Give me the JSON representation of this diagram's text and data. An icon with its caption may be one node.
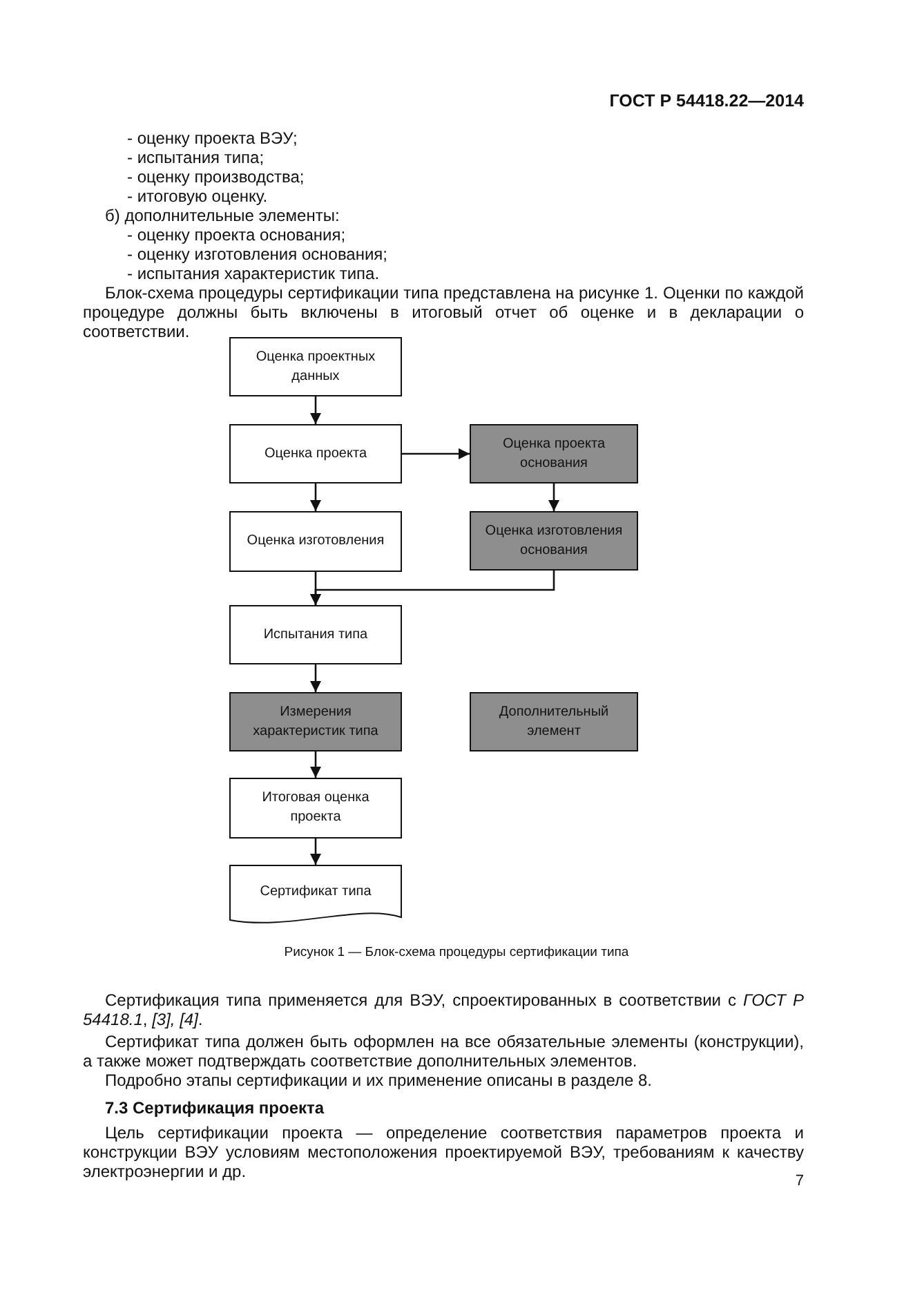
{
  "diagram": {
    "caption": "Рисунок 1 — Блок-схема процедуры сертификации типа",
    "nodes": [
      {
        "text": [
          "Оценка проектных данных"
        ]
      },
      {
        "text": [
          "Оценка проекта"
        ]
      },
      {
        "text": [
          "Оценка проекта основания"
        ]
      },
      {
        "text": [
          "Оценка изготовления"
        ]
      },
      {
        "text": [
          "Оценка изготовления основания"
        ]
      },
      {
        "text": [
          "Испытания типа"
        ]
      },
      {
        "text": [
          "Измерения характеристик типа"
        ]
      },
      {
        "text": [
          "Дополнительный элемент"
        ]
      },
      {
        "text": [
          "Итоговая оценка проекта"
        ]
      },
      {
        "text": [
          "Сертификат типа"
        ]
      }
    ],
    "edges": [
      {
        "from": 0,
        "to": 1,
        "arrow": "to"
      },
      {
        "from": 1,
        "to": 2,
        "arrow": "to"
      },
      {
        "from": 1,
        "to": 3,
        "arrow": "to"
      },
      {
        "from": 2,
        "to": 4,
        "arrow": "to"
      },
      {
        "from": 3,
        "to": 5,
        "arrow": "to"
      },
      {
        "from": 4,
        "to": 5,
        "arrow": "to"
      },
      {
        "from": 5,
        "to": 6,
        "arrow": "to"
      },
      {
        "from": 6,
        "to": 8,
        "arrow": "to"
      },
      {
        "from": 8,
        "to": 9,
        "arrow": "to"
      }
    ],
    "labels": [
      "ГОСТ Р 54418.22—2014",
      "- оценку проекта ВЭУ;",
      "- испытания типа;",
      "- оценку производства;",
      "- итоговую оценку.",
      "б) дополнительные элементы:",
      "- оценку проекта основания;",
      "- оценку изготовления основания;",
      "- испытания характеристик типа.",
      "Блок-схема процедуры сертификации типа представлена на рисунке 1. Оценки по каждой процедуре должны быть включены в итоговый отчет об оценке и в декларации о соответствии.",
      "Сертификация типа применяется для ВЭУ, спроектированных в соответствии с *ГОСТ Р 54418.1*, *[3], [4]*.",
      "Сертификат типа должен быть оформлен на все обязательные элементы (конструкции), а также может подтверждать соответствие дополнительных элементов.",
      "Подробно этапы сертификации и их применение описаны в разделе 8.",
      "7.3 Сертификация проекта",
      "Цель сертификации проекта — определение соответствия параметров проекта и конструкции ВЭУ условиям местоположения проектируемой ВЭУ, требованиям к качеству электроэнергии и др.",
      "7"
    ]
  }
}
